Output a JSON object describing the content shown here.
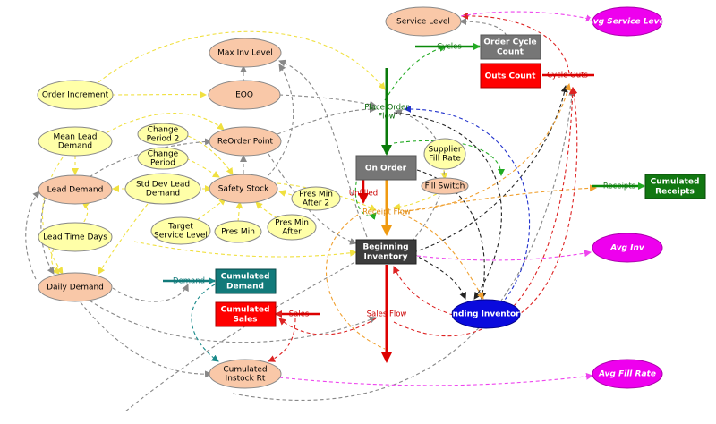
{
  "colors": {
    "peach": "#F9C8A8",
    "yellow": "#FFFFA8",
    "magenta": "#EE00EE",
    "dark_gray_box": "#3C3C3C",
    "gray_box": "#767676",
    "red_box": "#FF0000",
    "green_box": "#117711",
    "teal_box": "#127A7A",
    "blue_ellipse": "#0A0ADD"
  },
  "nodes": {
    "service_level": "Service Level",
    "avg_service_level": "Avg Service Level",
    "order_cycle_count": [
      "Order Cycle",
      "Count"
    ],
    "outs_count": "Outs Count",
    "max_inv_level": "Max Inv Level",
    "order_increment": "Order Increment",
    "eoq": "EOQ",
    "mean_lead_demand": [
      "Mean Lead",
      "Demand"
    ],
    "change_period_2": [
      "Change",
      "Period 2"
    ],
    "change_period": [
      "Change",
      "Period"
    ],
    "reorder_point": "ReOrder Point",
    "on_order": "On Order",
    "supplier_fill_rate": [
      "Supplier",
      "Fill Rate"
    ],
    "fill_switch": "Fill Switch",
    "cumulated_receipts": [
      "Cumulated",
      "Receipts"
    ],
    "lead_demand": "Lead Demand",
    "std_dev_lead_demand": [
      "Std Dev Lead",
      "Demand"
    ],
    "safety_stock": "Safety Stock",
    "pres_min_after_2": [
      "Pres Min",
      "After 2"
    ],
    "target_service_level": [
      "Target",
      "Service Level"
    ],
    "pres_min": "Pres Min",
    "pres_min_after": [
      "Pres Min",
      "After"
    ],
    "lead_time_days": "Lead Time Days",
    "beginning_inventory": [
      "Beginning",
      "Inventory"
    ],
    "avg_inv": "Avg Inv",
    "daily_demand": "Daily Demand",
    "cumulated_demand": [
      "Cumulated",
      "Demand"
    ],
    "cumulated_sales": [
      "Cumulated",
      "Sales"
    ],
    "ending_inventory": "Ending Inventory",
    "cumulated_instock_rt": [
      "Cumulated",
      "Instock Rt"
    ],
    "avg_fill_rate": "Avg Fill Rate"
  },
  "flows": {
    "cycles": "Cycles",
    "cycle_outs": "Cycle Outs",
    "place_order_flow": [
      "Place Order",
      "Flow"
    ],
    "unfilled": "Unfilled",
    "receipt_flow": "Receipt Flow",
    "receipts": "Receipts",
    "demand": "Demand",
    "sales": "Sales",
    "sales_flow": "Sales Flow"
  }
}
